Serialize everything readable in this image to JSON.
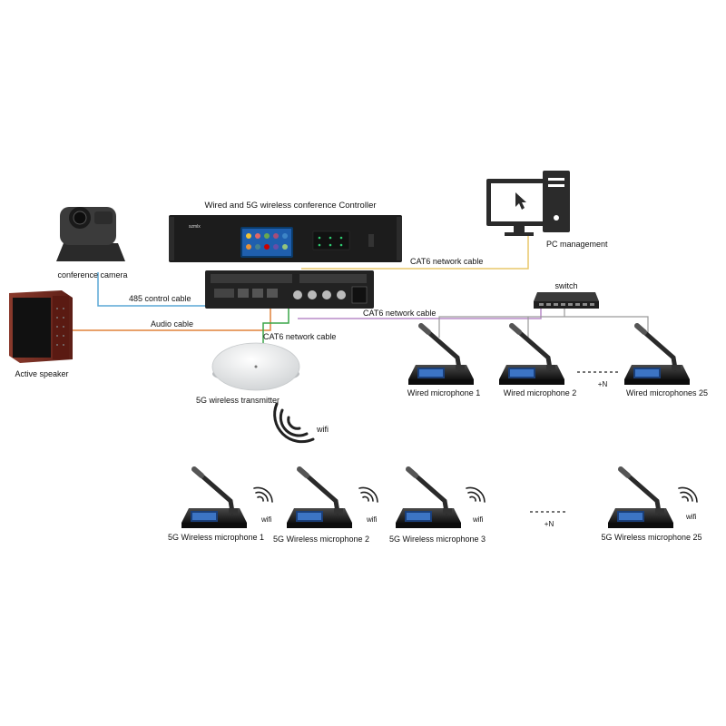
{
  "controller": {
    "title": "Wired and 5G wireless conference Controller",
    "brand": "szmlx"
  },
  "devices": {
    "camera": "conference camera",
    "speaker": "Active speaker",
    "transmitter": "5G wireless transmitter",
    "pc": "PC management",
    "switch": "switch"
  },
  "cables": {
    "cat6_pc": "CAT6 network cable",
    "control_485": "485 control cable",
    "audio": "Audio cable",
    "cat6_switch": "CAT6 network cable",
    "cat6_transmitter": "CAT6 network cable"
  },
  "wifi_label": "wifi",
  "more_n": "+N",
  "wired_microphones": [
    "Wired microphone 1",
    "Wired microphone 2",
    "Wired microphones 25"
  ],
  "wireless_microphones": [
    "5G Wireless microphone 1",
    "5G Wireless microphone 2",
    "5G Wireless microphone 3",
    "5G Wireless microphone 25"
  ],
  "colors": {
    "cable_485": "#5aa7d6",
    "cable_audio": "#e0823a",
    "cable_cat6_pc": "#e8c76a",
    "cable_cat6_switch": "#b98bc9",
    "cable_cat6_transmitter": "#3aa548",
    "device_dark": "#1c1c1c",
    "speaker_wood": "#7a2a20"
  }
}
